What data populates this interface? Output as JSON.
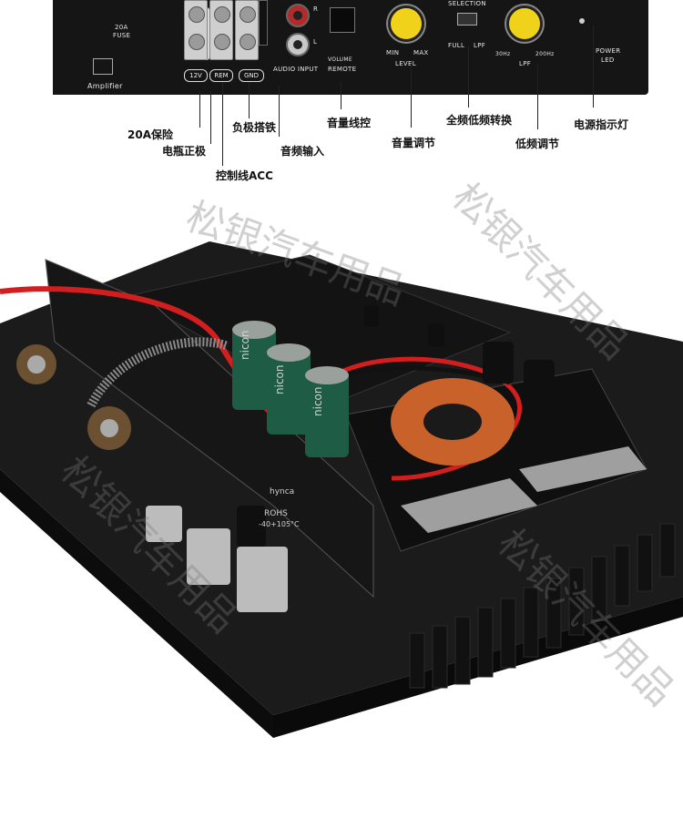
{
  "panel": {
    "fuse_value": "20A",
    "fuse_word": "FUSE",
    "brand": "Amplifier",
    "term_12v": "12V",
    "term_rem": "REM",
    "term_gnd": "GND",
    "rca_r": "R",
    "rca_l": "L",
    "audio_input": "AUDIO INPUT",
    "remote": "REMOTE",
    "volume": "VOLUME",
    "level_min": "MIN",
    "level_max": "MAX",
    "level": "LEVEL",
    "selection": "SELECTION",
    "full": "FULL",
    "lpf_small": "LPF",
    "lpf_30": "30Hz",
    "lpf_200": "200Hz",
    "lpf": "LPF",
    "power": "POWER",
    "led": "LED"
  },
  "labels": {
    "fuse": "20A保险",
    "battery_pos": "电瓶正极",
    "ground": "负极搭铁",
    "acc": "控制线ACC",
    "audio_in": "音频输入",
    "remote_line": "音量线控",
    "volume_adj": "音量调节",
    "full_lpf_switch": "全频低频转换",
    "lpf_adj": "低频调节",
    "power_led": "电源指示灯"
  },
  "photo": {
    "cap_brand_1": "nicon",
    "cap_brand_2": "nicon",
    "cap_brand_3": "nicon",
    "cap_small": "hynca",
    "cap_rohs": "ROHS",
    "cap_temp": "-40+105°C",
    "watermark_1": "松银汽车用品",
    "watermark_2": "松银汽车用品",
    "watermark_3": "松银汽车用品",
    "watermark_4": "松银汽车用品"
  },
  "colors": {
    "panel_bg": "#151515",
    "knob_yellow": "#f1d21a",
    "heatsink": "#1a1a1a",
    "board_black": "#121212",
    "wire_red": "#d21e1e",
    "toroid_copper": "#c8622a"
  }
}
